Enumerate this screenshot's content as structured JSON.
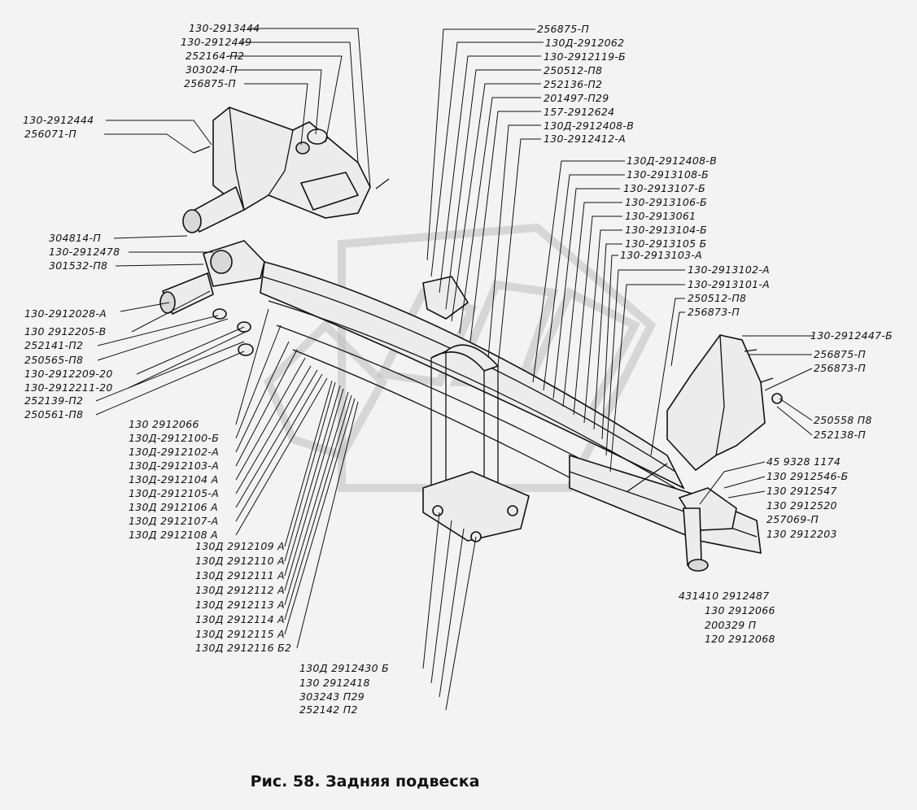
{
  "caption": "Рис. 58. Задняя подвеска",
  "labels_top_left": [
    "130-2913444",
    "130-2912449",
    "252164-П2",
    "303024-П",
    "256875-П"
  ],
  "labels_left_upper": [
    "130-2912444",
    "256071-П"
  ],
  "labels_left_mid": [
    "304814-П",
    "130-2912478",
    "301532-П8"
  ],
  "labels_left_lower": [
    "130-2912028-А",
    "130 2912205-В",
    "252141-П2",
    "250565-П8",
    "130-2912209-20",
    "130-2912211-20",
    "252139-П2",
    "250561-П8"
  ],
  "labels_left_leaf": [
    "130 2912066",
    "130Д-2912100-Б",
    "130Д-2912102-А",
    "130Д-2912103-А",
    "130Д-2912104 А",
    "130Д-2912105-А",
    "130Д 2912106 А",
    "130Д 2912107-А",
    "130Д 2912108 А"
  ],
  "labels_bottom_leaf": [
    "130Д 2912109 А",
    "130Д 2912110 А",
    "130Д 2912111 А",
    "130Д 2912112 А",
    "130Д 2912113 А",
    "130Д 2912114 А",
    "130Д 2912115 А",
    "130Д 2912116 Б2"
  ],
  "labels_bottom_center": [
    "130Д 2912430 Б",
    "130 2912418",
    "303243 П29",
    "252142 П2"
  ],
  "labels_top_center": [
    "256875-П",
    "130Д-2912062",
    "130-2912119-Б",
    "250512-П8",
    "252136-П2",
    "201497-П29",
    "157-2912624",
    "130Д-2912408-В",
    "130-2912412-А"
  ],
  "labels_upper_right": [
    "130Д-2912408-В",
    "130-2913108-Б",
    "130-2913107-Б",
    "130-2913106-Б",
    "130-2913061",
    "130-2913104-Б",
    "130-2913105 Б",
    "130-2913103-А"
  ],
  "labels_mid_right": [
    "130-2913102-А",
    "130-2913101-А",
    "250512-П8",
    "256873-П"
  ],
  "labels_far_right": [
    "130-2912447-Б",
    "256875-П",
    "256873-П",
    "250558 П8",
    "252138-П"
  ],
  "labels_lower_right": [
    "45 9328 1174",
    "130 2912546-Б",
    "130 2912547",
    "130 2912520",
    "257069-П",
    "130 2912203"
  ],
  "labels_bottom_right": [
    "431410 2912487",
    "130 2912066",
    "200329 П",
    "120 2912068"
  ]
}
